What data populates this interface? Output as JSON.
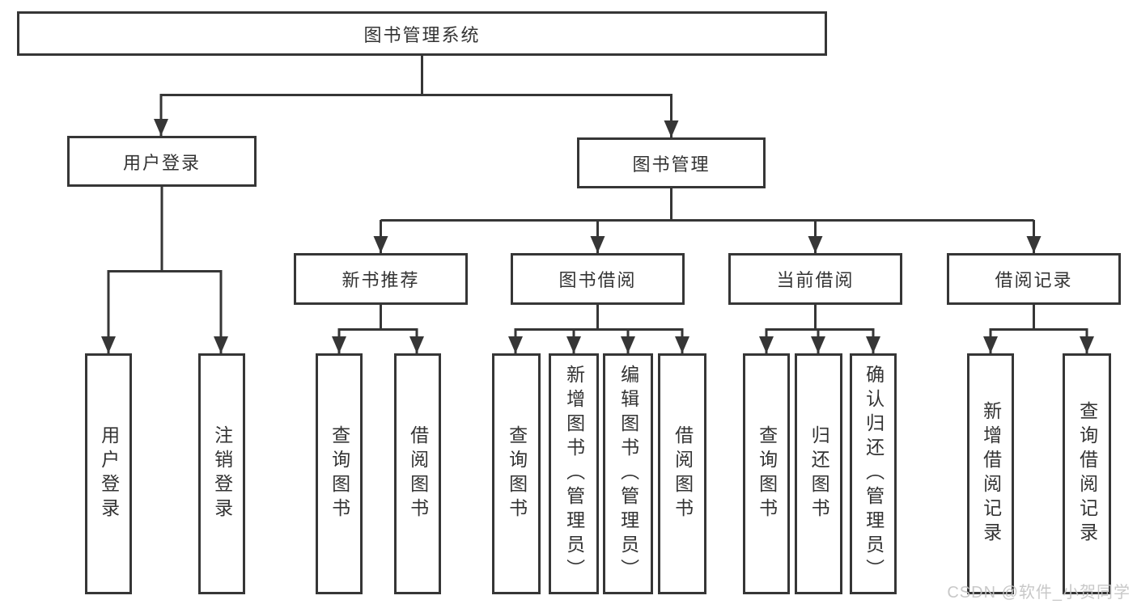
{
  "diagram": {
    "title_node": {
      "id": "root",
      "label": "图书管理系统"
    },
    "level2": [
      {
        "id": "user-login",
        "label": "用户登录"
      },
      {
        "id": "book-management",
        "label": "图书管理"
      }
    ],
    "level3": [
      {
        "id": "new-book-recommend",
        "parent": "book-management",
        "label": "新书推荐"
      },
      {
        "id": "book-borrow",
        "parent": "book-management",
        "label": "图书借阅"
      },
      {
        "id": "current-borrow",
        "parent": "book-management",
        "label": "当前借阅"
      },
      {
        "id": "borrow-records",
        "parent": "book-management",
        "label": "借阅记录"
      }
    ],
    "leaves": [
      {
        "id": "leaf-user-login",
        "parent": "user-login",
        "label": "用户登录"
      },
      {
        "id": "leaf-logout",
        "parent": "user-login",
        "label": "注销登录"
      },
      {
        "id": "leaf-query-books-1",
        "parent": "new-book-recommend",
        "label": "查询图书"
      },
      {
        "id": "leaf-borrow-books-1",
        "parent": "new-book-recommend",
        "label": "借阅图书"
      },
      {
        "id": "leaf-query-books-2",
        "parent": "book-borrow",
        "label": "查询图书"
      },
      {
        "id": "leaf-add-books-admin",
        "parent": "book-borrow",
        "label": "新增图书（管理员）"
      },
      {
        "id": "leaf-edit-books-admin",
        "parent": "book-borrow",
        "label": "编辑图书（管理员）"
      },
      {
        "id": "leaf-borrow-books-2",
        "parent": "book-borrow",
        "label": "借阅图书"
      },
      {
        "id": "leaf-query-books-3",
        "parent": "current-borrow",
        "label": "查询图书"
      },
      {
        "id": "leaf-return-books",
        "parent": "current-borrow",
        "label": "归还图书"
      },
      {
        "id": "leaf-confirm-return-admin",
        "parent": "current-borrow",
        "label": "确认归还（管理员）"
      },
      {
        "id": "leaf-add-borrow-record",
        "parent": "borrow-records",
        "label": "新增借阅记录"
      },
      {
        "id": "leaf-query-borrow-record",
        "parent": "borrow-records",
        "label": "查询借阅记录"
      }
    ]
  },
  "watermark": {
    "text": "CSDN @软件_小贺同学"
  },
  "colors": {
    "line": "#363636",
    "node_border": "#363636",
    "node_text": "#333333",
    "watermark_text": "#c3c3c3",
    "background": "#ffffff"
  }
}
